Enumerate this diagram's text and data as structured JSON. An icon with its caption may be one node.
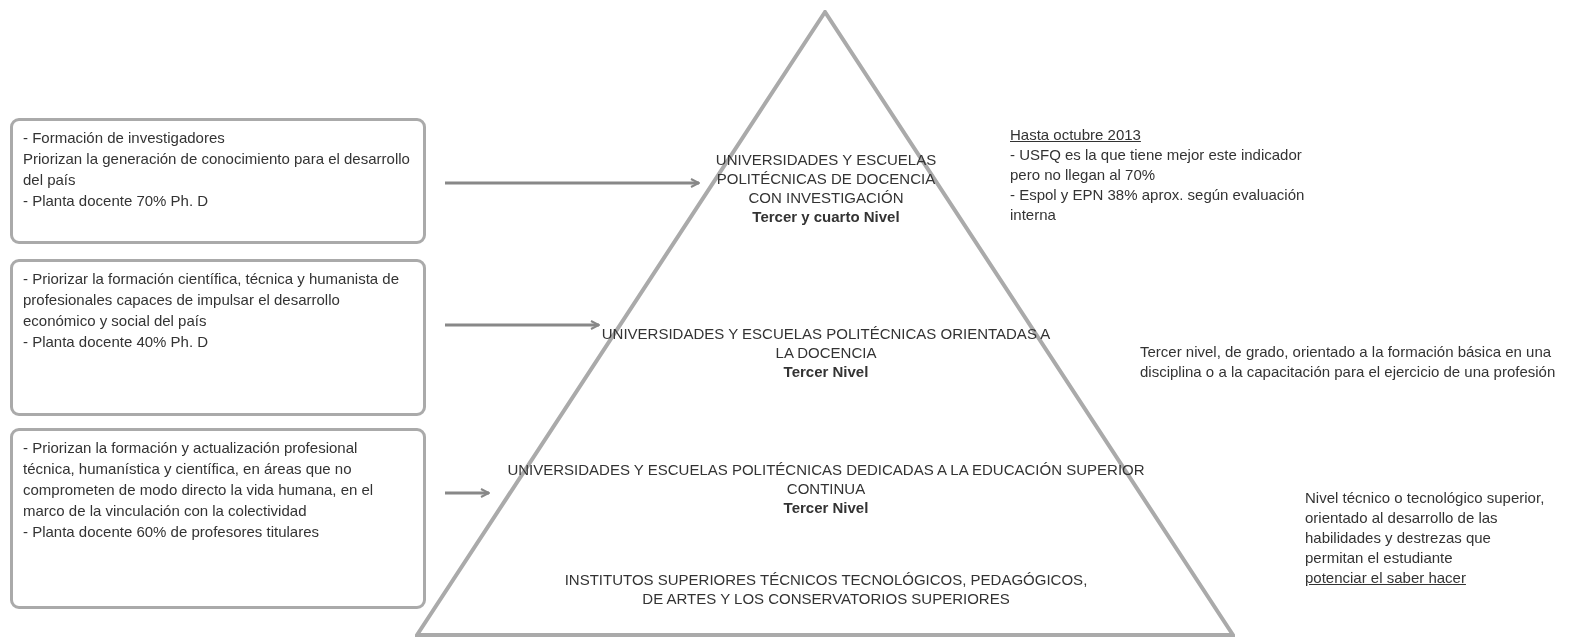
{
  "diagram": {
    "nodes": [
      {
        "text": [],
        "shape": "triangle"
      },
      {
        "text": [
          "UNIVERSIDADES Y ESCUELAS POLITÉCNICAS DE DOCENCIA CON INVESTIGACIÓN",
          "Tercer y cuarto Nivel"
        ],
        "in": 0
      },
      {
        "text": [
          "UNIVERSIDADES Y ESCUELAS POLITÉCNICAS ORIENTADAS A LA DOCENCIA",
          "Tercer Nivel"
        ],
        "in": 0
      },
      {
        "text": [
          "UNIVERSIDADES Y ESCUELAS POLITÉCNICAS DEDICADAS A LA EDUCACIÓN SUPERIOR CONTINUA",
          "Tercer Nivel"
        ],
        "in": 0
      },
      {
        "text": [
          "INSTITUTOS SUPERIORES TÉCNICOS TECNOLÓGICOS, PEDAGÓGICOS, DE ARTES Y LOS CONSERVATORIOS SUPERIORES"
        ],
        "in": 0
      },
      {
        "text": [
          "- Formación de investigadores",
          "Priorizan la generación de conocimiento para el desarrollo del país",
          "- Planta docente 70% Ph. D"
        ]
      },
      {
        "text": [
          "- Priorizar la formación científica, técnica y humanista de profesionales capaces de impulsar el desarrollo económico y social del país",
          "- Planta docente 40% Ph. D"
        ]
      },
      {
        "text": [
          "- Priorizan la formación y actualización profesional técnica, humanística y científica, en áreas que no comprometen de modo directo la vida humana, en el marco de la vinculación con la colectividad",
          "- Planta docente 60% de profesores titulares"
        ]
      }
    ],
    "edges": [
      {
        "from": 5,
        "to": 1,
        "arrow": "to"
      },
      {
        "from": 6,
        "to": 2,
        "arrow": "to"
      },
      {
        "from": 7,
        "to": 3,
        "arrow": "to"
      }
    ],
    "labels": [
      "Hasta octubre 2013",
      "- USFQ es la que tiene mejor este indicador pero no llegan al 70%",
      "- Espol y EPN 38% aprox. según evaluación interna",
      "Tercer nivel, de grado, orientado a la formación básica en una disciplina o a la capacitación para el ejercicio de una profesión",
      "Nivel técnico o tecnológico superior, orientado al desarrollo de las habilidades y destrezas que permitan el estudiante",
      "potenciar el saber hacer"
    ]
  }
}
